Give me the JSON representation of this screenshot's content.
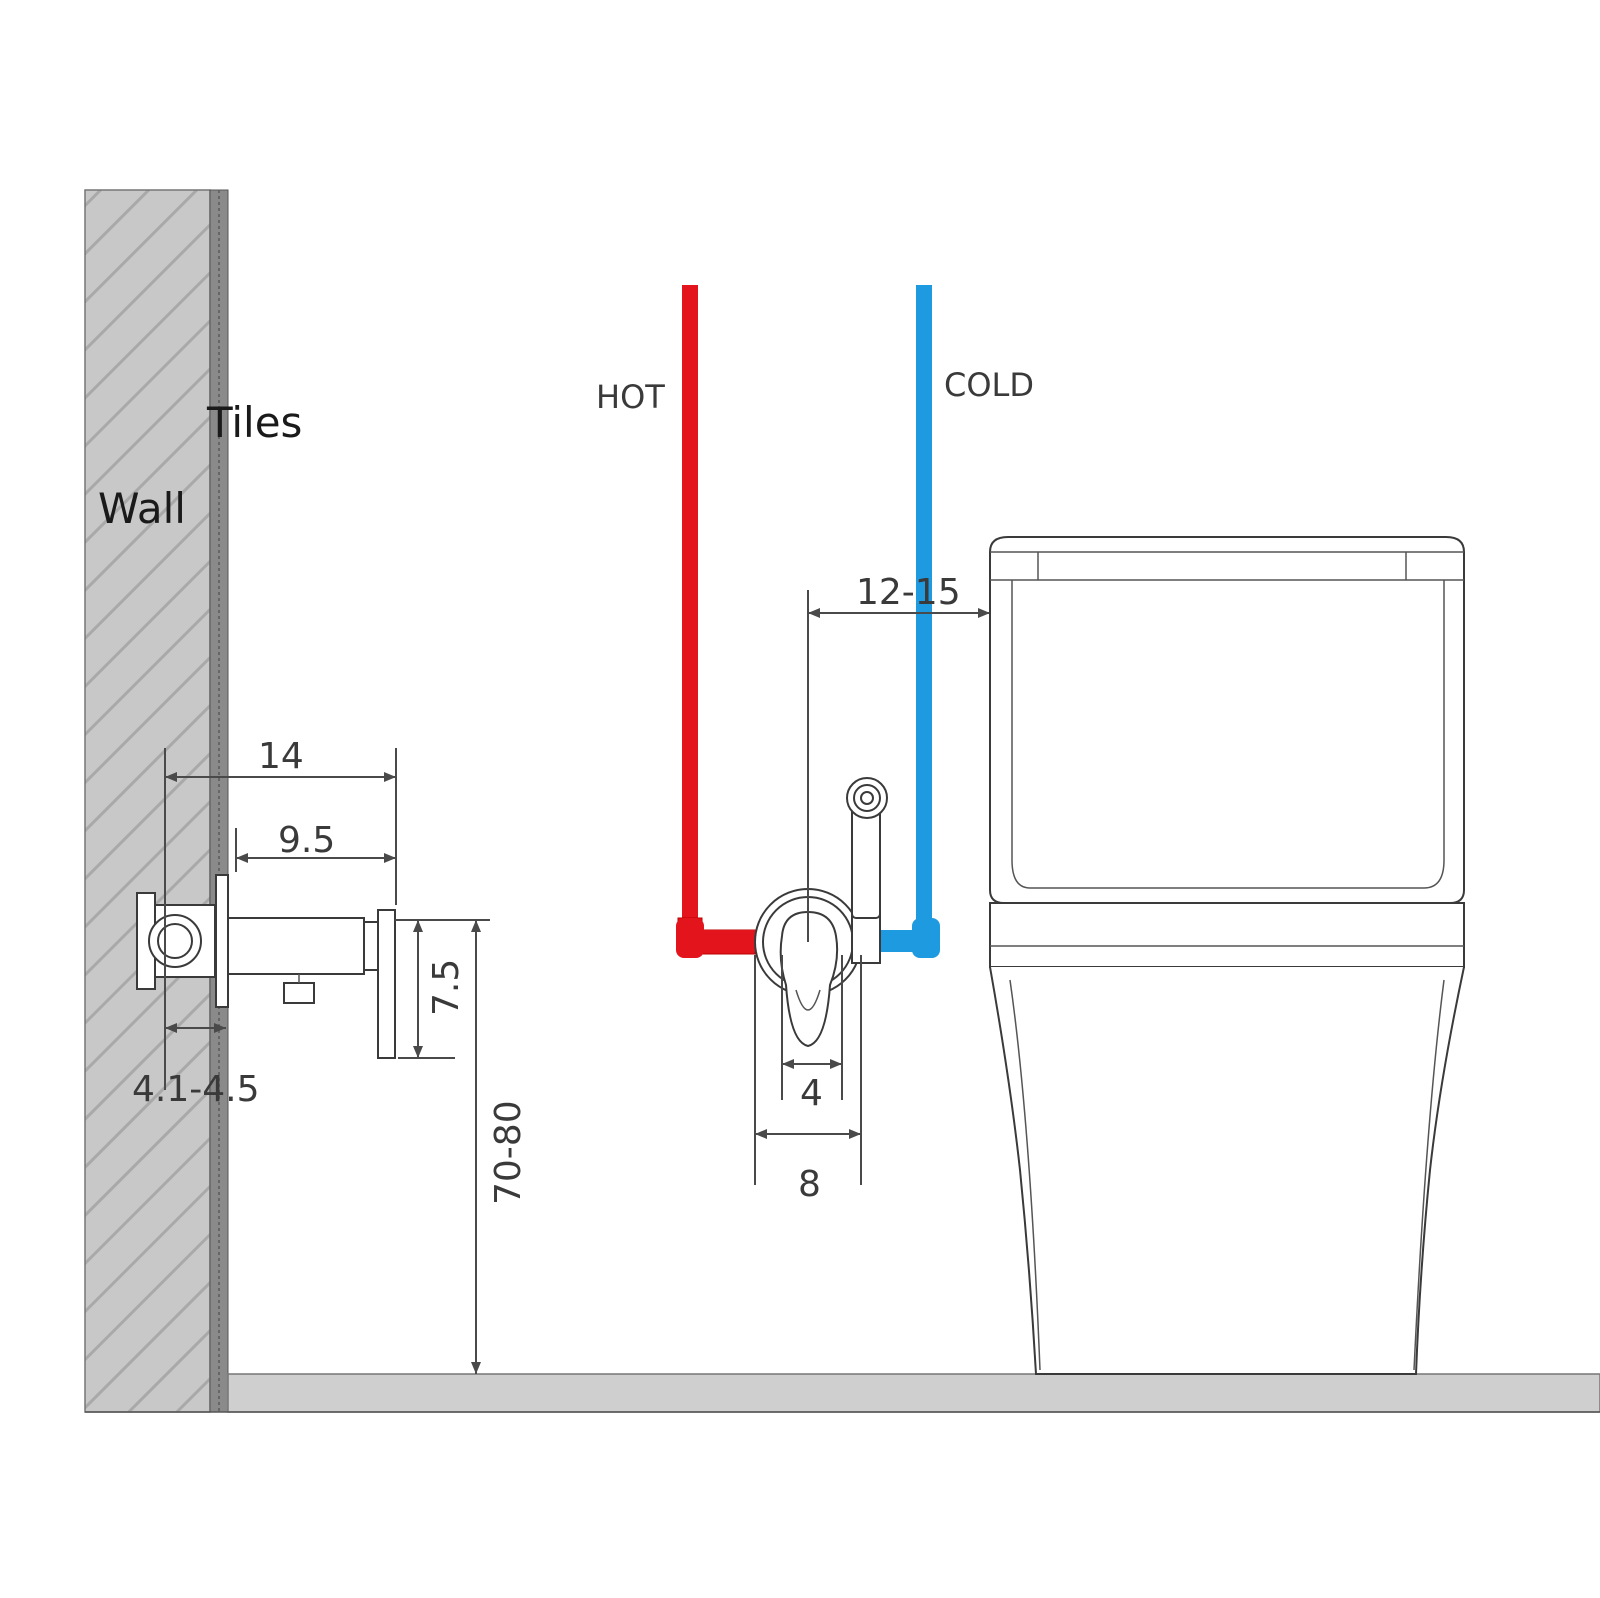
{
  "labels": {
    "wall": "Wall",
    "tiles": "Tiles",
    "hot": "HOT",
    "cold": "COLD"
  },
  "dimensions": {
    "depth_total": "14",
    "depth_front": "9.5",
    "wall_depth": "4.1-4.5",
    "height_handle": "7.5",
    "height_floor": "70-80",
    "toilet_offset": "12-15",
    "handle_width": "4",
    "plate_width": "8"
  },
  "colors": {
    "hot_pipe": "#e3141c",
    "cold_pipe": "#1e9be0",
    "wall_fill": "#c8c8c8",
    "floor_fill": "#cfcfcf"
  }
}
